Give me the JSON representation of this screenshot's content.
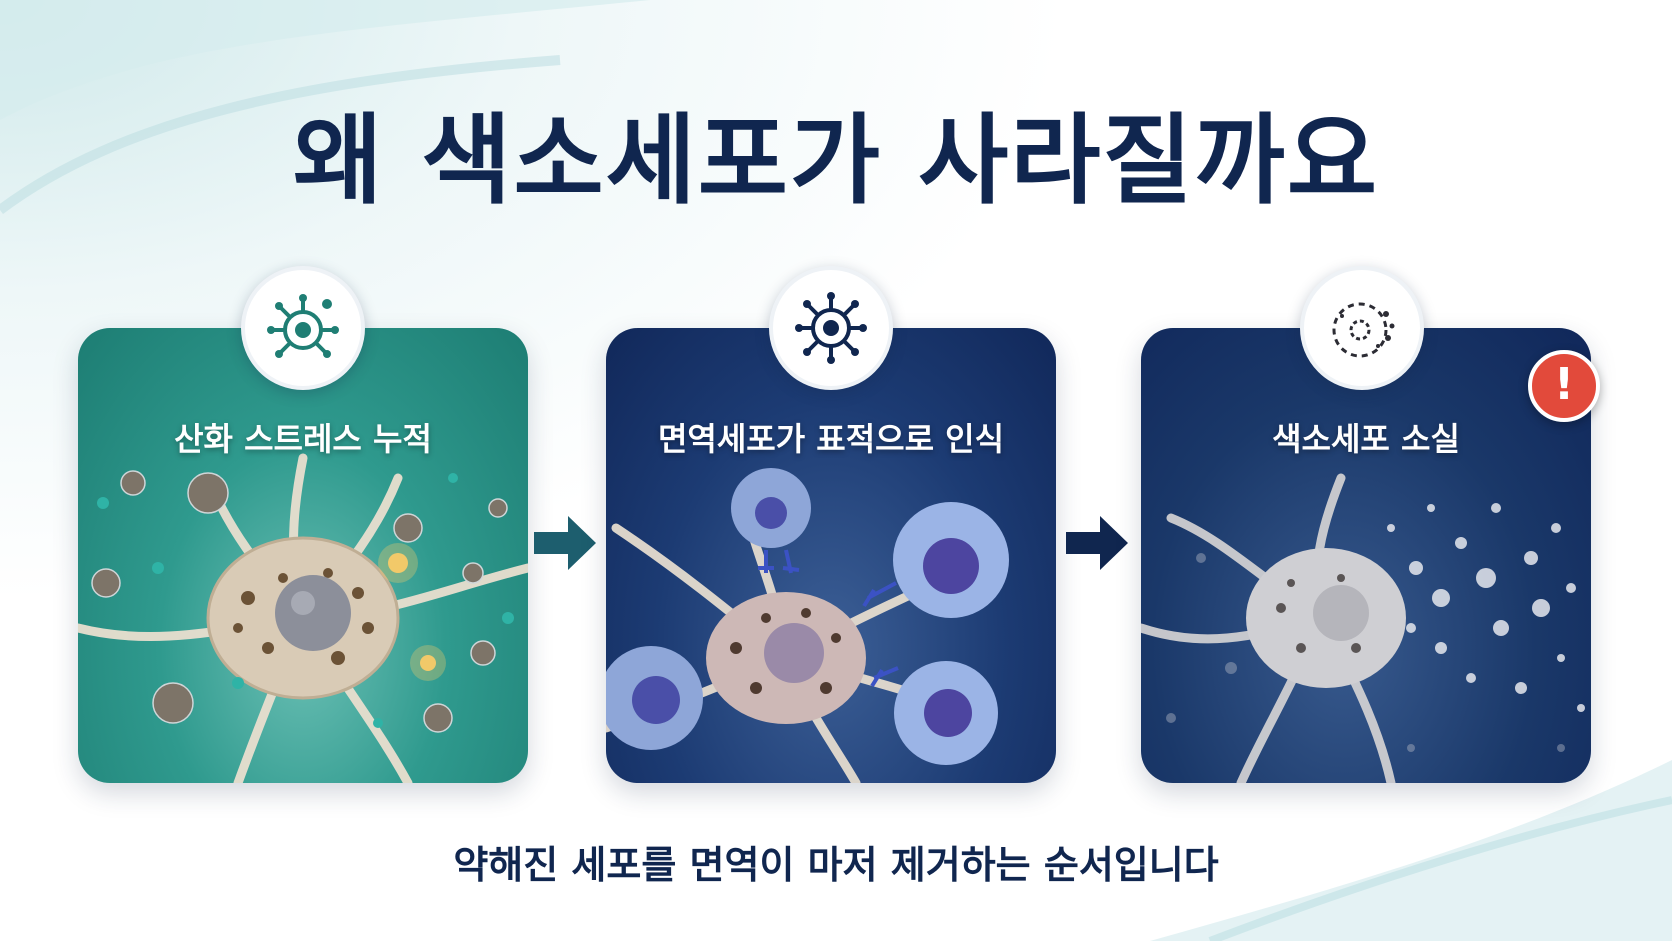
{
  "title": "왜 색소세포가 사라질까요",
  "steps": [
    {
      "label": "산화 스트레스 누적",
      "icon": "cell-oxidative-icon"
    },
    {
      "label": "면역세포가 표적으로 인식",
      "icon": "cell-target-icon"
    },
    {
      "label": "색소세포 소실",
      "icon": "cell-dissolving-icon"
    }
  ],
  "alert_symbol": "!",
  "caption": "약해진 세포를 면역이 마저 제거하는 순서입니다",
  "colors": {
    "title": "#10264f",
    "teal_panel": "#2f9a8e",
    "navy_panel": "#1c3b73",
    "alert": "#e24a3b",
    "arrow_teal": "#1d5e6e",
    "arrow_navy": "#10264f"
  }
}
